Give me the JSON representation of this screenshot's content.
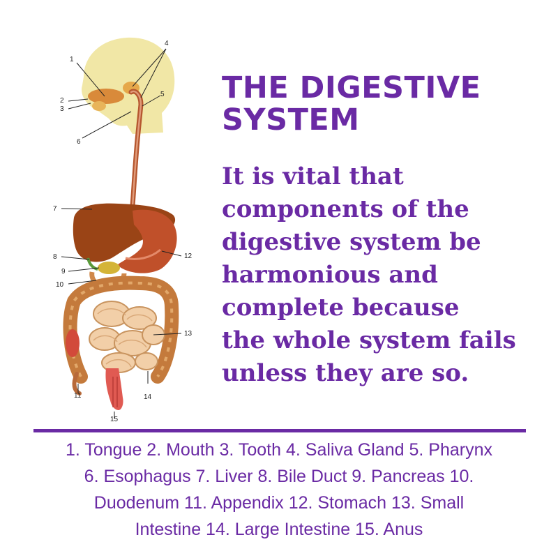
{
  "title": {
    "line1": "THE DIGESTIVE",
    "line2": "SYSTEM"
  },
  "body_lines": [
    "It is vital that",
    "components of the",
    "digestive system be",
    "harmonious and",
    "complete because",
    "the whole system fails",
    "unless they are so."
  ],
  "legend_lines": [
    "1. Tongue 2. Mouth 3. Tooth 4. Saliva Gland 5. Pharynx",
    "6. Esophagus 7. Liver 8. Bile Duct 9. Pancreas 10.",
    "Duodenum 11. Appendix 12. Stomach 13. Small",
    "Intestine 14. Large Intestine 15. Anus"
  ],
  "diagram_numbers": {
    "n1": "1",
    "n2": "2",
    "n3": "3",
    "n4": "4",
    "n5": "5",
    "n6": "6",
    "n7": "7",
    "n8": "8",
    "n9": "9",
    "n10": "10",
    "n11": "11",
    "n12": "12",
    "n13": "13",
    "n14": "14",
    "n15": "15"
  },
  "colors": {
    "accent": "#6a2aa4",
    "head": "#f1e7a6",
    "liver": "#9a4416",
    "stomach": "#c0502a",
    "intestine": "#e6b484",
    "colon": "#c47a3c"
  }
}
